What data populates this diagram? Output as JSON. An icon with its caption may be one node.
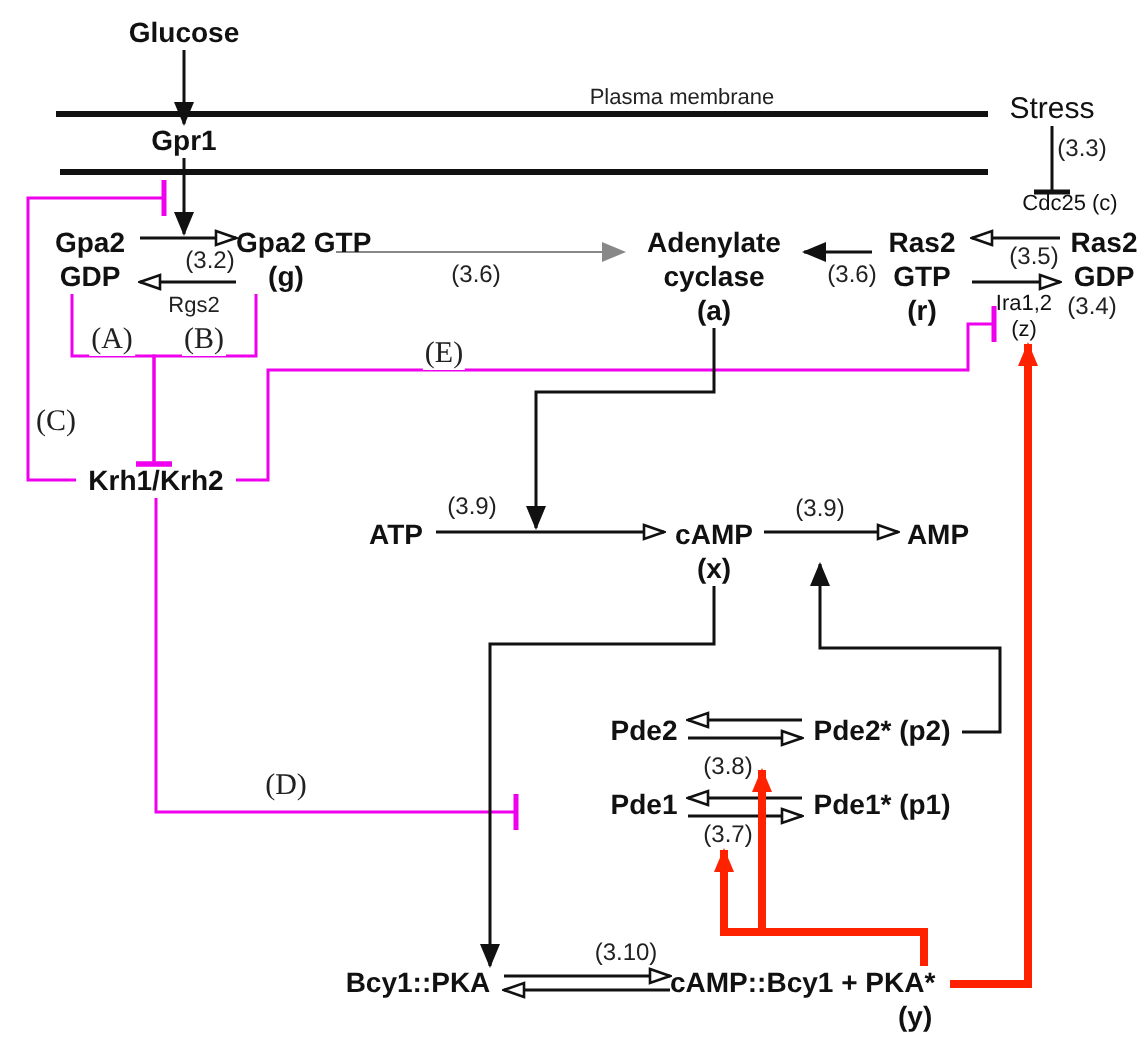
{
  "diagram": {
    "nodes": [
      {
        "text": [
          "Glucose"
        ]
      },
      {
        "text": [
          "Gpr1"
        ]
      },
      {
        "text": [
          "Gpa2 GDP"
        ]
      },
      {
        "text": [
          "Gpa2 GTP",
          "(g)"
        ]
      },
      {
        "text": [
          "Adenylate cyclase",
          "(a)"
        ]
      },
      {
        "text": [
          "Ras2 GTP",
          "(r)"
        ]
      },
      {
        "text": [
          "Ras2 GDP"
        ]
      },
      {
        "text": [
          "Stress"
        ]
      },
      {
        "text": [
          "Cdc25 (c)"
        ]
      },
      {
        "text": [
          "Ira1,2",
          "(z)"
        ]
      },
      {
        "text": [
          "Krh1/Krh2"
        ]
      },
      {
        "text": [
          "ATP"
        ]
      },
      {
        "text": [
          "cAMP",
          "(x)"
        ]
      },
      {
        "text": [
          "AMP"
        ]
      },
      {
        "text": [
          "Pde2"
        ]
      },
      {
        "text": [
          "Pde2* (p2)"
        ]
      },
      {
        "text": [
          "Pde1"
        ]
      },
      {
        "text": [
          "Pde1* (p1)"
        ]
      },
      {
        "text": [
          "Bcy1::PKA"
        ]
      },
      {
        "text": [
          "cAMP::Bcy1 + PKA*",
          "(y)"
        ]
      }
    ],
    "edges": [
      {
        "from": 0,
        "to": 1,
        "arrow": "to"
      },
      {
        "from": 1,
        "to": 3,
        "arrow": "to"
      },
      {
        "from": 2,
        "to": 3,
        "arrow": "to"
      },
      {
        "from": 3,
        "to": 2,
        "arrow": "to"
      },
      {
        "from": 3,
        "to": 4,
        "arrow": "to",
        "color": "#888888"
      },
      {
        "from": 5,
        "to": 4,
        "arrow": "to"
      },
      {
        "from": 6,
        "to": 5,
        "arrow": "to"
      },
      {
        "from": 5,
        "to": 6,
        "arrow": "to"
      },
      {
        "from": 7,
        "to": 8,
        "arrow": "other"
      },
      {
        "from": 10,
        "to": 1,
        "arrow": "other",
        "label": "(C)",
        "color": "#ee00ee"
      },
      {
        "from": 2,
        "to": 10,
        "arrow": "other",
        "label": "(A)",
        "color": "#ee00ee"
      },
      {
        "from": 3,
        "to": 10,
        "arrow": "other",
        "label": "(B)",
        "color": "#ee00ee"
      },
      {
        "from": 10,
        "to": 9,
        "arrow": "other",
        "label": "(E)",
        "color": "#ee00ee"
      },
      {
        "from": 10,
        "to": null,
        "arrow": "other",
        "label": "(D)",
        "color": "#ee00ee"
      },
      {
        "from": 4,
        "to": null,
        "arrow": "to"
      },
      {
        "from": 11,
        "to": 12,
        "arrow": "to"
      },
      {
        "from": 12,
        "to": 13,
        "arrow": "to"
      },
      {
        "from": 12,
        "to": 18,
        "arrow": "to"
      },
      {
        "from": 15,
        "to": 12,
        "arrow": "to"
      },
      {
        "from": 15,
        "to": 14,
        "arrow": "to"
      },
      {
        "from": 14,
        "to": 15,
        "arrow": "to"
      },
      {
        "from": 17,
        "to": 16,
        "arrow": "to"
      },
      {
        "from": 16,
        "to": 17,
        "arrow": "to"
      },
      {
        "from": 18,
        "to": 19,
        "arrow": "to"
      },
      {
        "from": 19,
        "to": 18,
        "arrow": "to"
      },
      {
        "from": 19,
        "to": 16,
        "arrow": "to",
        "style": "thick",
        "color": "#ff2200"
      },
      {
        "from": 19,
        "to": 15,
        "arrow": "to",
        "style": "thick",
        "color": "#ff2200"
      },
      {
        "from": 19,
        "to": 9,
        "arrow": "to",
        "style": "thick",
        "color": "#ff2200"
      }
    ],
    "labels": [
      "Plasma membrane",
      "(3.3)",
      "(3.2)",
      "(3.6)",
      "(3.6)",
      "(3.5)",
      "Rgs2",
      "(3.4)",
      "(3.9)",
      "(3.9)",
      "(3.8)",
      "(3.7)",
      "(3.10)"
    ]
  }
}
